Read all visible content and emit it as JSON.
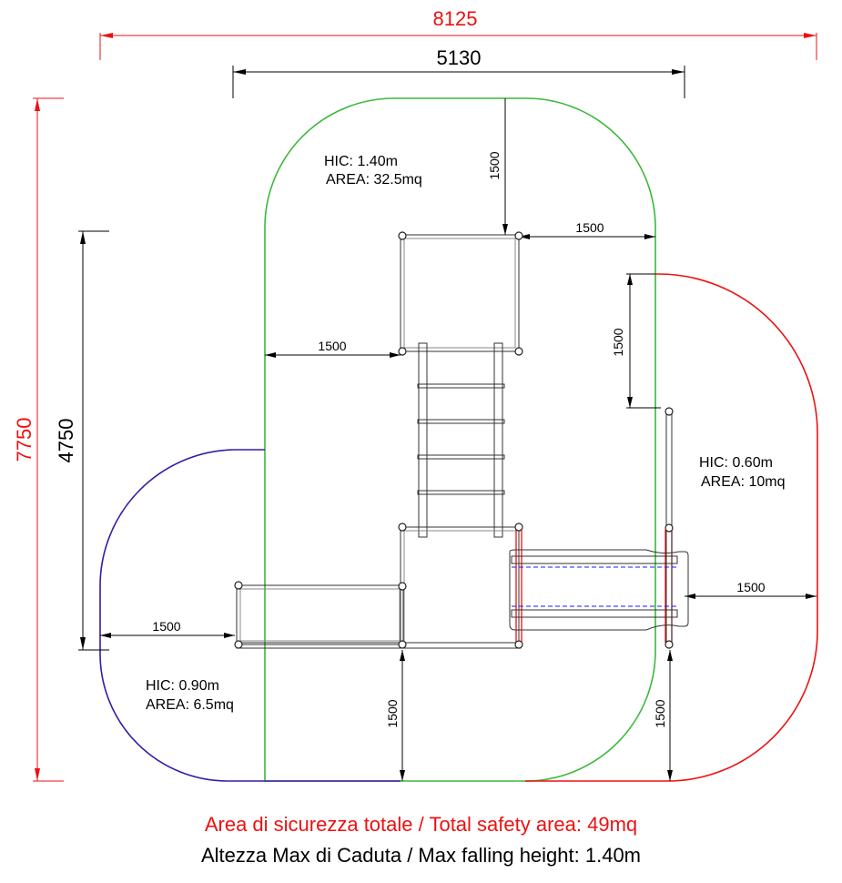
{
  "dimensions": {
    "total_width": "8125",
    "inner_width": "5130",
    "total_height": "7750",
    "side_height": "4750",
    "clearance": "1500"
  },
  "zones": {
    "green": {
      "hic": "HIC: 1.40m",
      "area": "AREA: 32.5mq",
      "color": "#3cb83c"
    },
    "purple": {
      "hic": "HIC: 0.90m",
      "area": "AREA: 6.5mq",
      "color": "#3a1aa6"
    },
    "red": {
      "hic": "HIC: 0.60m",
      "area": "AREA: 10mq",
      "color": "#ee1111"
    }
  },
  "footer": {
    "total_area": "Area di sicurezza totale / Total safety area: 49mq",
    "max_height": "Altezza Max di Caduta / Max falling height: 1.40m"
  },
  "colors": {
    "dimension_red": "#ee1111",
    "line": "#000000"
  }
}
